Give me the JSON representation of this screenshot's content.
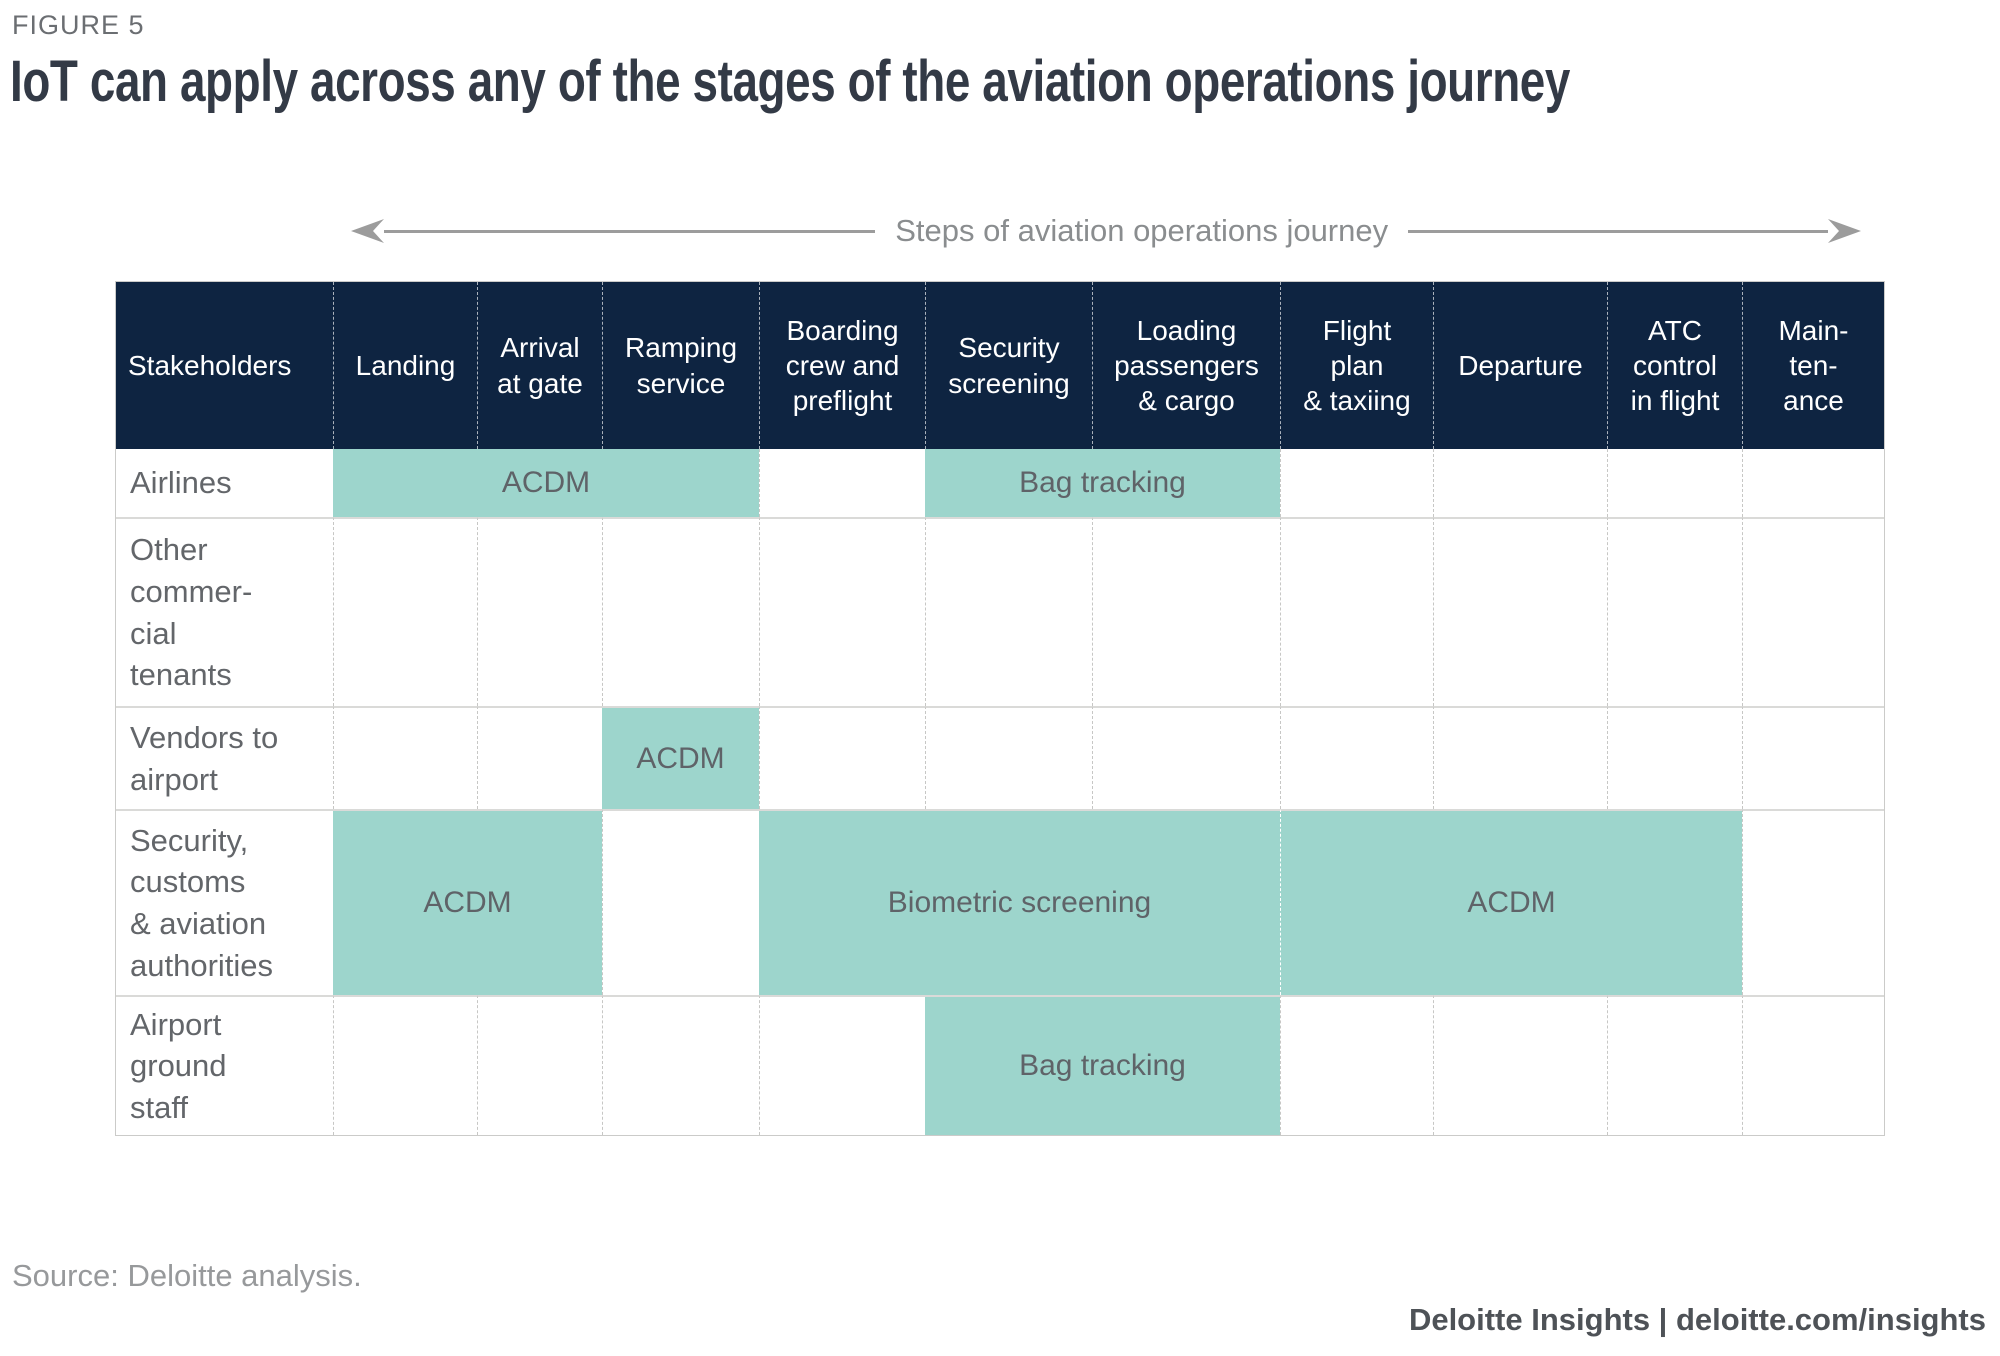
{
  "figure_label": "FIGURE 5",
  "title": "IoT can apply across any of the stages of the aviation operations journey",
  "axis_label": "Steps of aviation operations journey",
  "table": {
    "columns": [
      "Stakeholders",
      "Landing",
      "Arrival\nat gate",
      "Ramping\nservice",
      "Boarding\ncrew and\npreflight",
      "Security\nscreening",
      "Loading\npassengers\n& cargo",
      "Flight\nplan\n& taxiing",
      "Departure",
      "ATC\ncontrol\nin flight",
      "Main-\nten-\nance"
    ],
    "rows": [
      {
        "label": "Airlines",
        "highlights": [
          {
            "label": "ACDM",
            "start_step": "Landing",
            "span": 3
          },
          {
            "label": "Bag tracking",
            "start_step": "Security screening",
            "span": 2
          }
        ]
      },
      {
        "label": "Other\ncommer-\ncial\ntenants",
        "highlights": []
      },
      {
        "label": "Vendors to\nairport",
        "highlights": [
          {
            "label": "ACDM",
            "start_step": "Ramping service",
            "span": 1
          }
        ]
      },
      {
        "label": "Security,\ncustoms\n& aviation\nauthorities",
        "highlights": [
          {
            "label": "ACDM",
            "start_step": "Landing",
            "span": 2
          },
          {
            "label": "Biometric screening",
            "start_step": "Boarding crew and preflight",
            "span": 3
          },
          {
            "label": "ACDM",
            "start_step": "Flight plan & taxiing",
            "span": 3
          }
        ]
      },
      {
        "label": "Airport\nground\nstaff",
        "highlights": [
          {
            "label": "Bag tracking",
            "start_step": "Security screening",
            "span": 2
          }
        ]
      }
    ]
  },
  "chart_data": {
    "type": "table",
    "title": "IoT can apply across any of the stages of the aviation operations journey",
    "columns": [
      "Stakeholders",
      "Landing",
      "Arrival at gate",
      "Ramping service",
      "Boarding crew and preflight",
      "Security screening",
      "Loading passengers & cargo",
      "Flight plan & taxiing",
      "Departure",
      "ATC control in flight",
      "Maintenance"
    ],
    "rows": [
      "Airlines",
      "Other commercial tenants",
      "Vendors to airport",
      "Security, customs & aviation authorities",
      "Airport ground staff"
    ],
    "highlights": [
      {
        "row": "Airlines",
        "label": "ACDM",
        "steps": [
          "Landing",
          "Arrival at gate",
          "Ramping service"
        ]
      },
      {
        "row": "Airlines",
        "label": "Bag tracking",
        "steps": [
          "Security screening",
          "Loading passengers & cargo"
        ]
      },
      {
        "row": "Vendors to airport",
        "label": "ACDM",
        "steps": [
          "Ramping service"
        ]
      },
      {
        "row": "Security, customs & aviation authorities",
        "label": "ACDM",
        "steps": [
          "Landing",
          "Arrival at gate"
        ]
      },
      {
        "row": "Security, customs & aviation authorities",
        "label": "Biometric screening",
        "steps": [
          "Boarding crew and preflight",
          "Security screening",
          "Loading passengers & cargo"
        ]
      },
      {
        "row": "Security, customs & aviation authorities",
        "label": "ACDM",
        "steps": [
          "Flight plan & taxiing",
          "Departure",
          "ATC control in flight"
        ]
      },
      {
        "row": "Airport ground staff",
        "label": "Bag tracking",
        "steps": [
          "Security screening",
          "Loading passengers & cargo"
        ]
      }
    ]
  },
  "source": "Source: Deloitte analysis.",
  "footer": "Deloitte Insights | deloitte.com/insights",
  "colors": {
    "header_bg": "#0E2441",
    "highlight": "#9DD5CC",
    "title_text": "#333A46",
    "body_text": "#63666A",
    "muted_text": "#97999B",
    "arrow_gray": "#9C9C9C"
  }
}
